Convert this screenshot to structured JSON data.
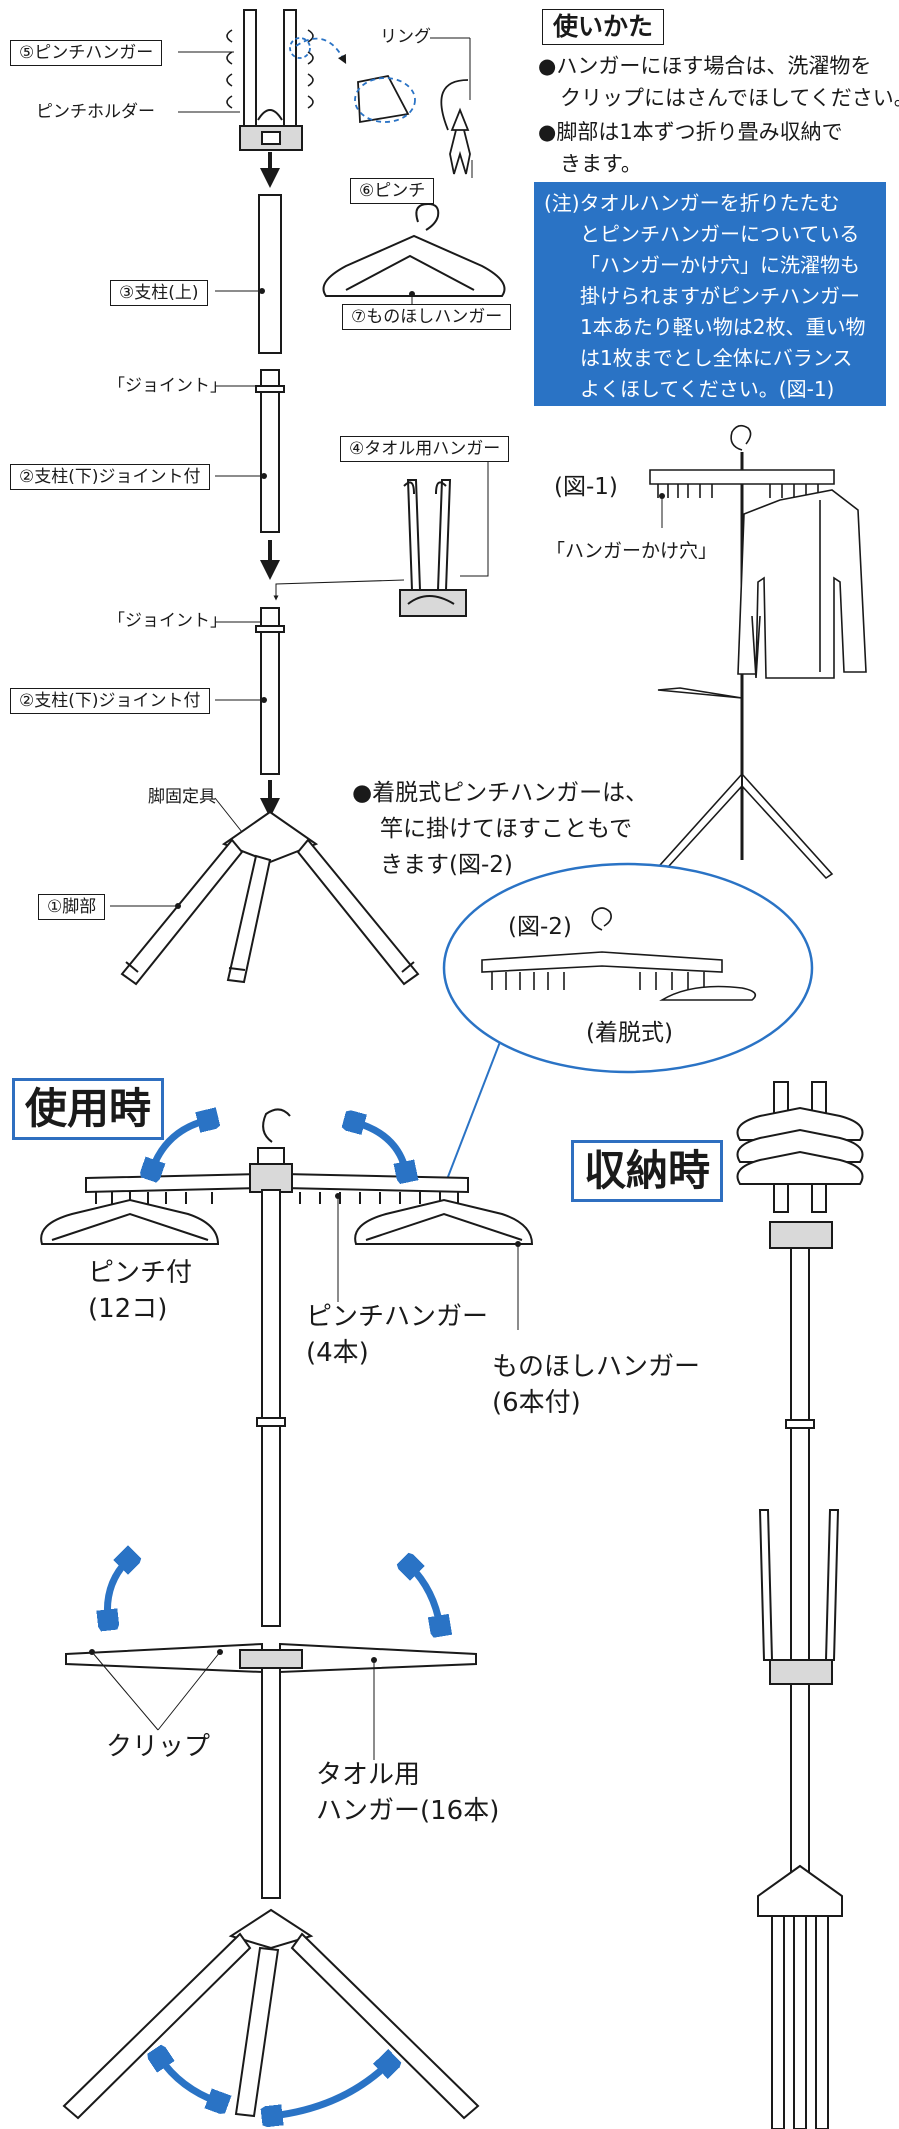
{
  "usage": {
    "heading": "使いかた",
    "bullet1_line1": "●ハンガーにほす場合は、洗濯物を",
    "bullet1_line2": "クリップにはさんでほしてください。",
    "bullet2_line1": "●脚部は1本ずつ折り畳み収納で",
    "bullet2_line2": "きます。",
    "note_lines": [
      "(注)タオルハンガーを折りたたむ",
      "とピンチハンガーについている",
      "「ハンガーかけ穴」に洗濯物も",
      "掛けられますがピンチハンガー",
      "1本あたり軽い物は2枚、重い物",
      "は1枚までとし全体にバランス",
      "よくほしてください。(図-1)"
    ]
  },
  "parts": {
    "pinch_hanger": "⑤ピンチハンガー",
    "pinch_holder": "ピンチホルダー",
    "ring": "リング",
    "pinch": "⑥ピンチ",
    "upper_pole": "③支柱(上)",
    "laundry_hanger": "⑦ものほしハンガー",
    "joint1": "「ジョイント」",
    "lower_pole1": "②支柱(下)ジョイント付",
    "towel_hanger": "④タオル用ハンガー",
    "joint2": "「ジョイント」",
    "lower_pole2": "②支柱(下)ジョイント付",
    "leg_fixture": "脚固定具",
    "legs": "①脚部"
  },
  "fig1": {
    "label": "(図-1)",
    "hole_label": "「ハンガーかけ穴」"
  },
  "detachable": {
    "line1": "●着脱式ピンチハンガーは、",
    "line2": "竿に掛けてほすこともで",
    "line3": "きます(図-2)"
  },
  "fig2": {
    "label": "(図-2)",
    "caption": "(着脱式)"
  },
  "in_use": {
    "title": "使用時",
    "pinch_count_1": "ピンチ付",
    "pinch_count_2": "(12コ)",
    "pinch_hanger_1": "ピンチハンガー",
    "pinch_hanger_2": "(4本)",
    "laundry_hanger_1": "ものほしハンガー",
    "laundry_hanger_2": "(6本付)",
    "clip": "クリップ",
    "towel_1": "タオル用",
    "towel_2": "ハンガー(16本)"
  },
  "storage": {
    "title": "収納時"
  },
  "colors": {
    "accent": "#2a73c5",
    "line": "#1a1a1a",
    "pole_fill": "#ffffff",
    "part_fill": "#d9d9d9"
  }
}
